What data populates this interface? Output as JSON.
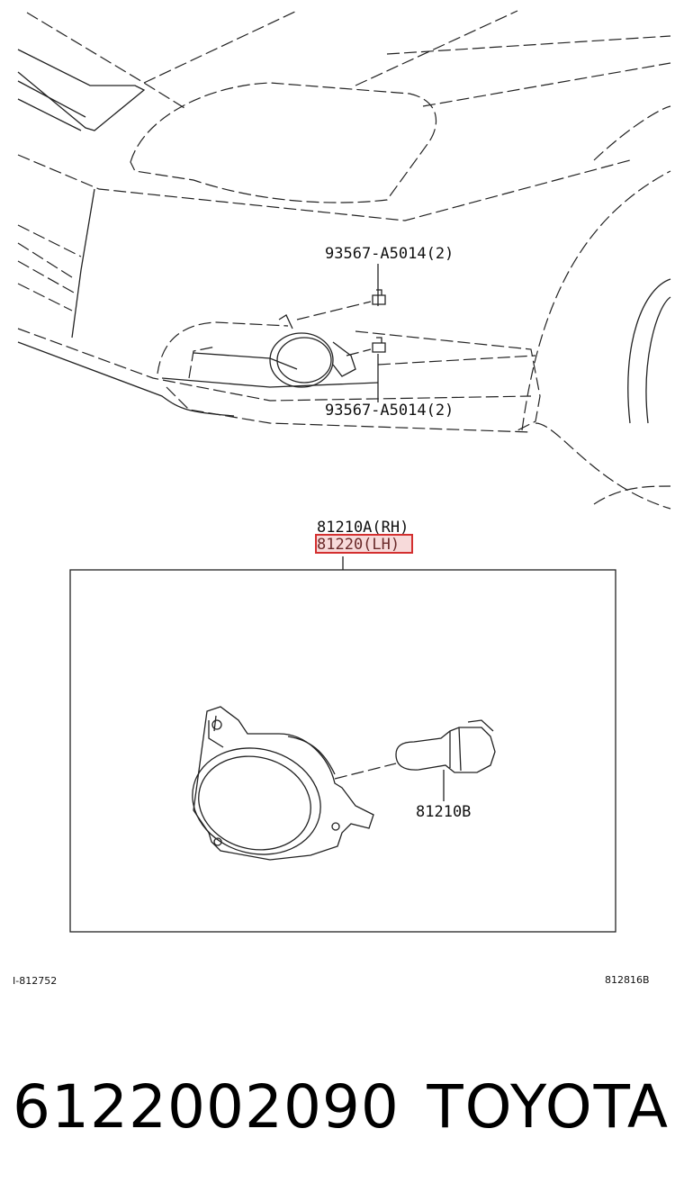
{
  "callouts": {
    "bolt_upper": "93567-A5014(2)",
    "bolt_lower": "93567-A5014(2)",
    "lamp_rh": "81210A(RH)",
    "lamp_lh": "81220(LH)",
    "bulb": "81210B"
  },
  "highlight": {
    "target": "lamp_lh",
    "color": "#d32f2f"
  },
  "codes": {
    "left_ref": "I-812752",
    "right_ref": "812816B"
  },
  "footer": {
    "part_number": "6122002090",
    "brand": "TOYOTA"
  }
}
